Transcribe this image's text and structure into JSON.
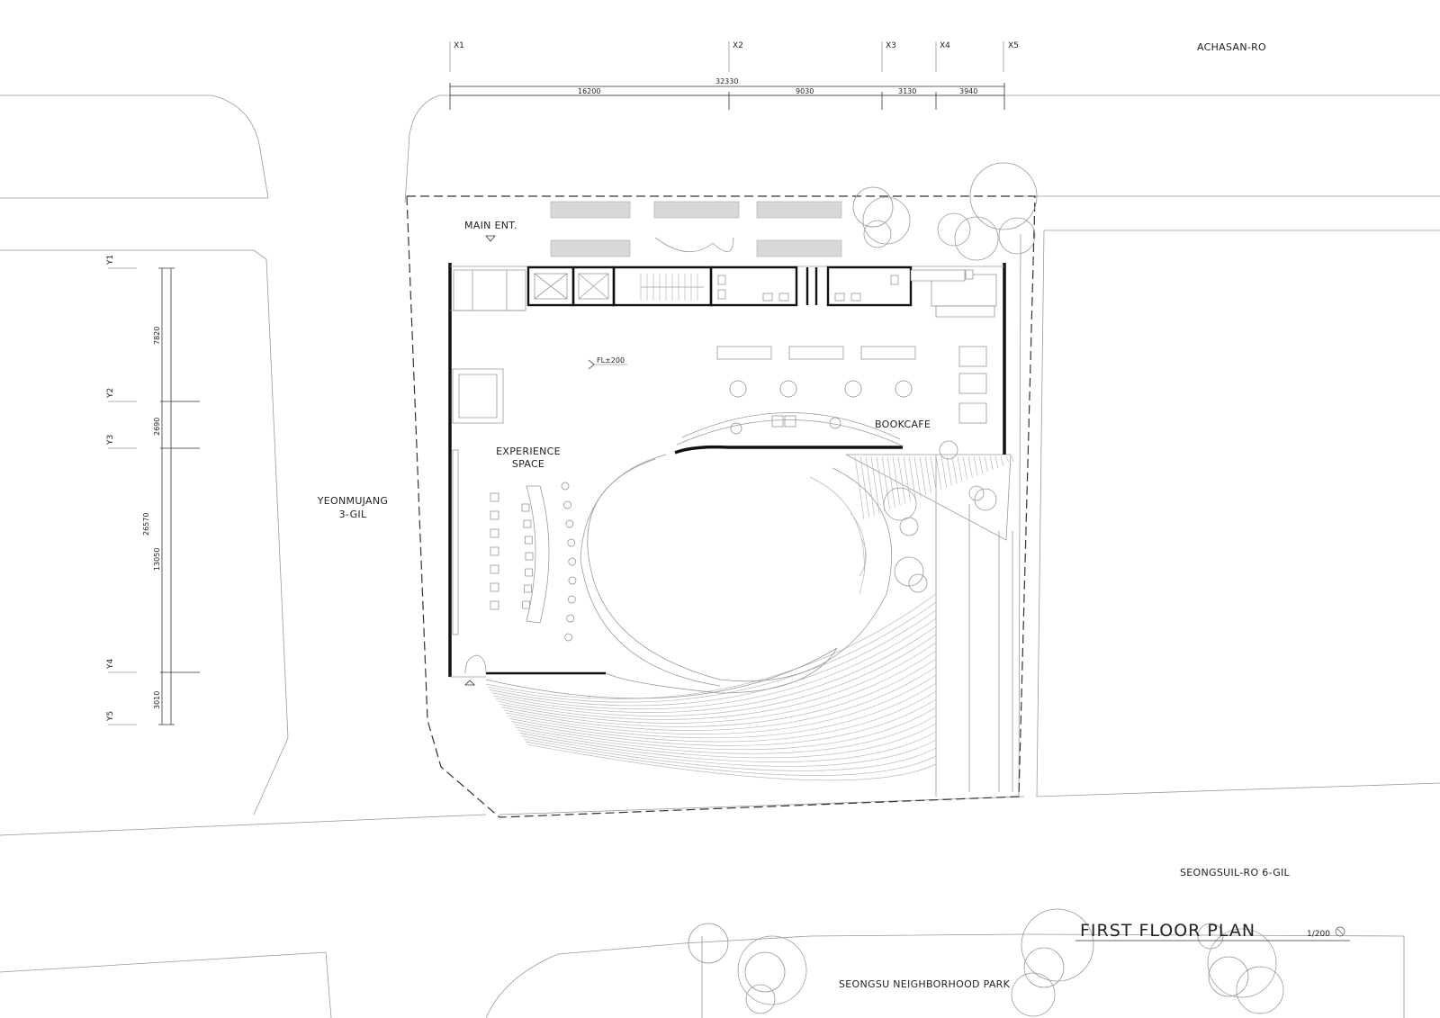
{
  "title": "FIRST FLOOR PLAN",
  "scale": "1/200",
  "streets": {
    "north": "ACHASAN-RO",
    "west_line1": "YEONMUJANG",
    "west_line2": "3-GIL",
    "south": "SEONGSUIL-RO 6-GIL",
    "park": "SEONGSU NEIGHBORHOOD PARK"
  },
  "spaces": {
    "main_entrance": "MAIN ENT.",
    "experience_line1": "EXPERIENCE",
    "experience_line2": "SPACE",
    "bookcafe": "BOOKCAFE",
    "floor_level": "FL±200"
  },
  "grid_x": {
    "labels": [
      "X1",
      "X2",
      "X3",
      "X4",
      "X5"
    ],
    "total": "32330",
    "spans": [
      "16200",
      "9030",
      "3130",
      "3940"
    ]
  },
  "grid_y": {
    "labels": [
      "Y1",
      "Y2",
      "Y3",
      "Y4",
      "Y5"
    ],
    "total": "26570",
    "spans": [
      "7820",
      "2690",
      "13050",
      "3010"
    ]
  }
}
